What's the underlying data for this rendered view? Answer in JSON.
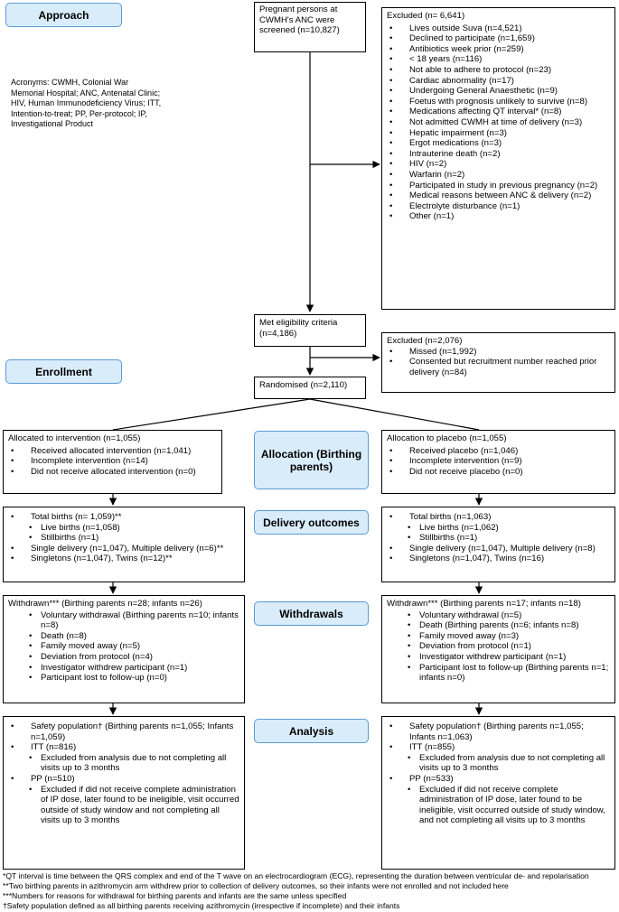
{
  "stages": {
    "approach": "Approach",
    "enrollment": "Enrollment",
    "allocation": "Allocation (Birthing parents)",
    "delivery": "Delivery outcomes",
    "withdrawals": "Withdrawals",
    "analysis": "Analysis"
  },
  "acronyms": "Acronyms: CWMH, Colonial War Memorial Hospital; ANC, Antenatal Clinic; HIV, Human Immunodeficiency Virus; ITT, Intention-to-treat; PP, Per-protocol; IP, Investigational Product",
  "screened": "Pregnant persons at CWMH's ANC were screened (n=10,827)",
  "excluded1": {
    "title": "Excluded (n= 6,641)",
    "items": [
      "Lives outside Suva (n=4,521)",
      "Declined to participate (n=1,659)",
      "Antibiotics week prior (n=259)",
      "< 18 years (n=116)",
      "Not able to adhere to protocol (n=23)",
      "Cardiac abnormality (n=17)",
      "Undergoing General Anaesthetic (n=9)",
      "Foetus with prognosis unlikely to survive (n=8)",
      "Medications affecting QT interval* (n=8)",
      "Not admitted CWMH at time of delivery (n=3)",
      "Hepatic impairment (n=3)",
      "Ergot medications (n=3)",
      "Intrauterine death (n=2)",
      "HIV (n=2)",
      "Warfarin (n=2)",
      "Participated in study in previous pregnancy (n=2)",
      "Medical reasons between ANC & delivery (n=2)",
      "Electrolyte disturbance (n=1)",
      "Other (n=1)"
    ]
  },
  "eligible": "Met eligibility criteria (n=4,186)",
  "excluded2": {
    "title": "Excluded (n=2,076)",
    "items": [
      "Missed (n=1,992)",
      "Consented but recruitment number reached prior delivery (n=84)"
    ]
  },
  "randomised": "Randomised (n=2,110)",
  "alloc_int": {
    "title": "Allocated to intervention (n=1,055)",
    "items": [
      "Received allocated intervention (n=1,041)",
      "Incomplete intervention (n=14)",
      "Did not receive allocated intervention (n=0)"
    ]
  },
  "alloc_pla": {
    "title": "Allocation to placebo (n=1,055)",
    "items": [
      "Received placebo (n=1,046)",
      "Incomplete intervention (n=9)",
      "Did not receive placebo (n=0)"
    ]
  },
  "deliv_int": {
    "total": "Total births (n= 1,059)**",
    "live": "Live births (n=1,058)",
    "still": "Stillbirths (n=1)",
    "single": "Single delivery (n=1,047), Multiple delivery (n=6)**",
    "singletons": "Singletons (n=1,047), Twins (n=12)**"
  },
  "deliv_pla": {
    "total": "Total births (n=1,063)",
    "live": "Live births (n=1,062)",
    "still": "Stillbirths (n=1)",
    "single": "Single delivery (n=1,047), Multiple delivery (n=8)",
    "singletons": "Singletons (n=1,047), Twins (n=16)"
  },
  "withd_int": {
    "title": "Withdrawn*** (Birthing parents n=28; infants n=26)",
    "items": [
      "Voluntary withdrawal (Birthing parents n=10; infants n=8)",
      "Death (n=8)",
      "Family moved away (n=5)",
      "Deviation from protocol (n=4)",
      "Investigator withdrew participant (n=1)",
      "Participant lost to follow-up (n=0)"
    ]
  },
  "withd_pla": {
    "title": "Withdrawn*** (Birthing parents n=17; infants n=18)",
    "items": [
      "Voluntary withdrawal (n=5)",
      "Death (Birthing parents (n=6; infants n=8)",
      "Family moved away (n=3)",
      "Deviation from protocol (n=1)",
      "Investigator withdrew participant (n=1)",
      "Participant lost to follow-up (Birthing parents n=1; infants n=0)"
    ]
  },
  "anal_int": {
    "safety": "Safety population† (Birthing parents n=1,055; Infants n=1,059)",
    "itt": "ITT (n=816)",
    "itt_sub": "Excluded from analysis due to not completing all visits up to 3 months",
    "pp": "PP (n=510)",
    "pp_sub": "Excluded if did not receive complete administration of IP dose, later found to be ineligible, visit occurred outside of study window and not completing all visits up to 3 months"
  },
  "anal_pla": {
    "safety": "Safety population† (Birthing parents n=1,055; Infants n=1,063)",
    "itt": "ITT (n=855)",
    "itt_sub": "Excluded from analysis due to not completing all visits up to 3 months",
    "pp": "PP (n=533)",
    "pp_sub": "Excluded if did not receive complete administration of IP dose, later found to be ineligible, visit occurred outside of study window, and not completing all visits up to 3 months"
  },
  "footnotes": [
    "*QT interval is time between the QRS complex and end of the T wave on an electrocardiogram (ECG), representing the duration between ventricular de- and repolarisation",
    "**Two birthing parents in azithromycin arm withdrew prior to collection of delivery outcomes, so their infants were not enrolled and not included here",
    "***Numbers for reasons for withdrawal for birthing parents and infants are the same unless specified",
    "†Safety population defined as all birthing parents receiving azithromycin (irrespective if incomplete) and their infants"
  ]
}
